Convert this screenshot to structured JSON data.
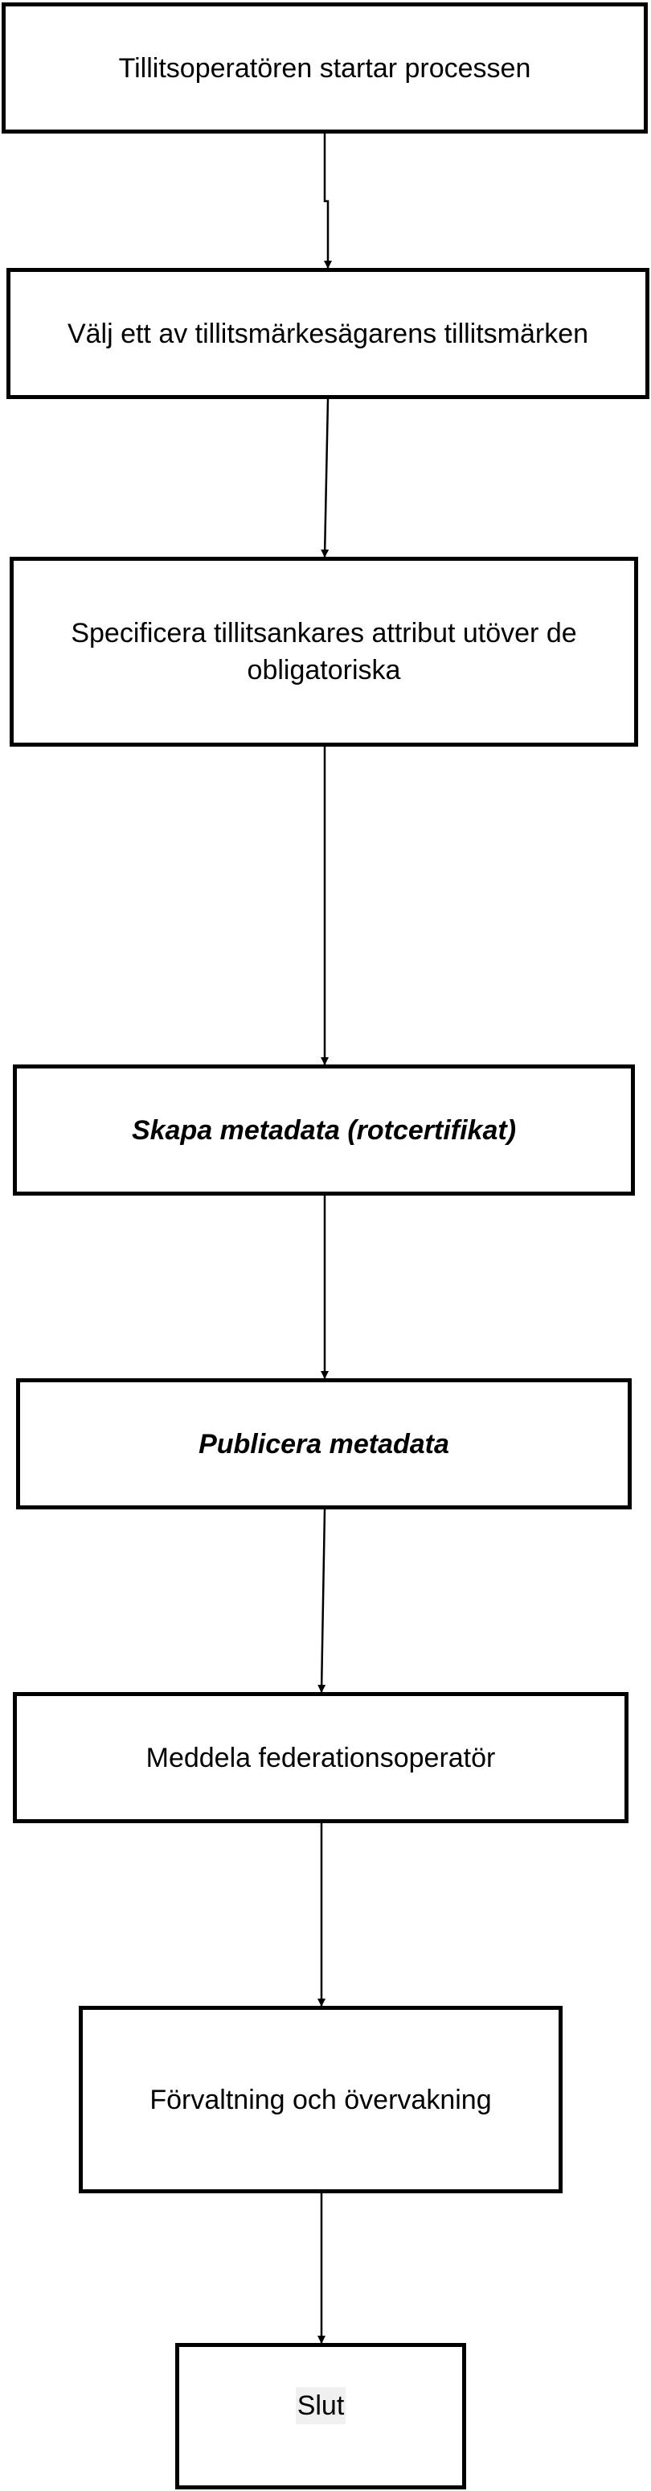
{
  "diagram": {
    "type": "flowchart",
    "nodes": [
      {
        "id": "start",
        "label": "Tillitsoperatören startar processen",
        "emphasis": false
      },
      {
        "id": "choose-mark",
        "label": "Välj ett av tillitsmärkesägarens tillitsmärken",
        "emphasis": false
      },
      {
        "id": "specify-attrs",
        "label": "Specificera tillitsankares attribut utöver de obligatoriska",
        "emphasis": false
      },
      {
        "id": "create-metadata",
        "label": "Skapa metadata (rotcertifikat)",
        "emphasis": true
      },
      {
        "id": "publish-metadata",
        "label": "Publicera metadata",
        "emphasis": true
      },
      {
        "id": "notify-operator",
        "label": "Meddela federationsoperatör",
        "emphasis": false
      },
      {
        "id": "manage-monitor",
        "label": "Förvaltning och övervakning",
        "emphasis": false
      },
      {
        "id": "end",
        "label": "Slut",
        "emphasis": false,
        "highlight": true
      }
    ],
    "edges": [
      {
        "from": "start",
        "to": "choose-mark"
      },
      {
        "from": "choose-mark",
        "to": "specify-attrs"
      },
      {
        "from": "specify-attrs",
        "to": "create-metadata"
      },
      {
        "from": "create-metadata",
        "to": "publish-metadata"
      },
      {
        "from": "publish-metadata",
        "to": "notify-operator"
      },
      {
        "from": "notify-operator",
        "to": "manage-monitor"
      },
      {
        "from": "manage-monitor",
        "to": "end"
      }
    ]
  },
  "colors": {
    "stroke": "#000000",
    "fill": "#ffffff",
    "end_label_bg": "#f0f0f0"
  }
}
